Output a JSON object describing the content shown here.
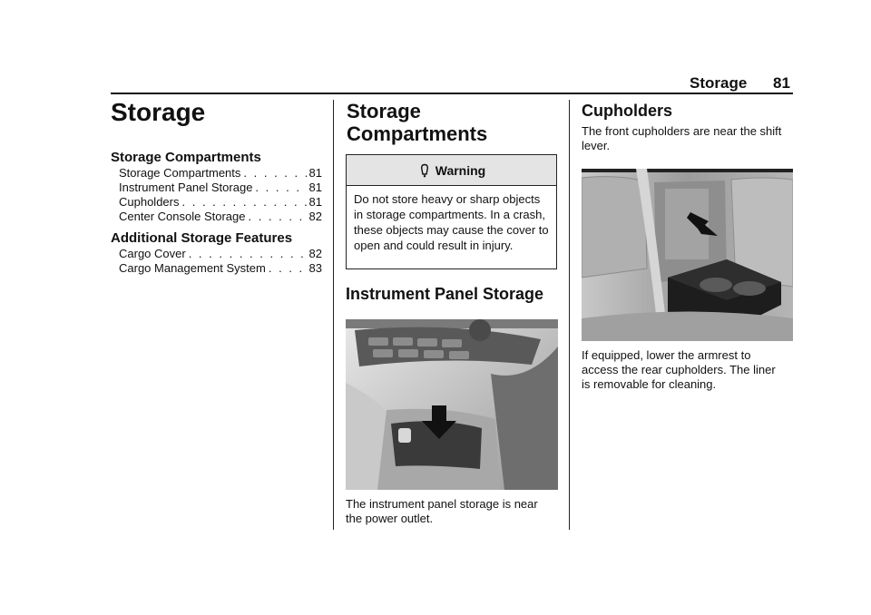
{
  "header": {
    "section": "Storage",
    "page_number": "81"
  },
  "col1": {
    "title": "Storage",
    "groups": [
      {
        "heading": "Storage Compartments",
        "entries": [
          {
            "label": "Storage Compartments",
            "page": "81"
          },
          {
            "label": "Instrument Panel Storage",
            "page": "81"
          },
          {
            "label": "Cupholders",
            "page": "81"
          },
          {
            "label": "Center Console Storage",
            "page": "82"
          }
        ]
      },
      {
        "heading": "Additional Storage Features",
        "entries": [
          {
            "label": "Cargo Cover",
            "page": "82"
          },
          {
            "label": "Cargo Management System",
            "page": "83"
          }
        ]
      }
    ]
  },
  "col2": {
    "title_line1": "Storage",
    "title_line2": "Compartments",
    "warning": {
      "label": "Warning",
      "text": "Do not store heavy or sharp objects in storage compartments. In a crash, these objects may cause the cover to open and could result in injury."
    },
    "heading": "Instrument Panel Storage",
    "caption": "The instrument panel storage is near the power outlet."
  },
  "col3": {
    "heading": "Cupholders",
    "intro": "The front cupholders are near the shift lever.",
    "caption": "If equipped, lower the armrest to access the rear cupholders. The liner is removable for cleaning."
  },
  "colors": {
    "text": "#111111",
    "warning_bg": "#e4e4e4",
    "photo_bg": "#bdbdbd"
  }
}
